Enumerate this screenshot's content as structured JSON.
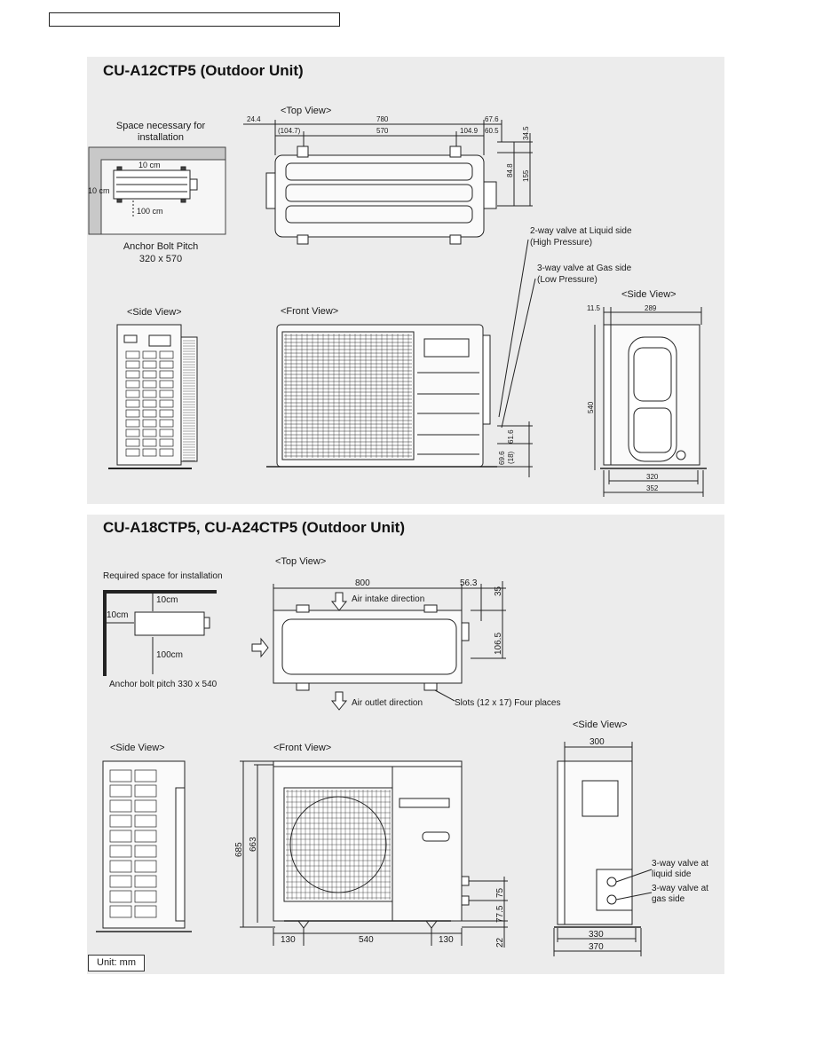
{
  "sections": {
    "top": {
      "title": "CU-A12CTP5 (Outdoor Unit)",
      "install": {
        "caption": "Space necessary for installation",
        "caption_line1": "Space necessary for",
        "caption_line2": "installation",
        "clear_top": "10 cm",
        "clear_left": "10 cm",
        "clear_bottom": "100 cm",
        "anchor_line1": "Anchor Bolt Pitch",
        "anchor_line2": "320 x 570"
      },
      "top_view": {
        "label": "<Top View>",
        "dims": [
          "24.4",
          "780",
          "67.6",
          "(104.7)",
          "570",
          "104.9",
          "60.5",
          "34.5",
          "84.8",
          "155"
        ],
        "callout_liquid_1": "2-way valve at Liquid side",
        "callout_liquid_2": "(High Pressure)",
        "callout_gas_1": "3-way valve at Gas side",
        "callout_gas_2": "(Low Pressure)"
      },
      "left_side_view": {
        "label": "<Side View>"
      },
      "front_view": {
        "label": "<Front View>",
        "dims": [
          "61.6",
          "(18)",
          "69.6"
        ]
      },
      "right_side_view": {
        "label": "<Side View>",
        "dims": [
          "11.5",
          "289",
          "540",
          "320",
          "352"
        ]
      }
    },
    "bottom": {
      "title": "CU-A18CTP5, CU-A24CTP5 (Outdoor Unit)",
      "install": {
        "caption": "Required space for installation",
        "clear_top": "10cm",
        "clear_left": "10cm",
        "clear_bottom": "100cm",
        "anchor": "Anchor bolt pitch 330 x 540"
      },
      "top_view": {
        "label": "<Top View>",
        "dims": [
          "800",
          "56.3",
          "35",
          "106.5"
        ],
        "air_intake": "Air intake direction",
        "air_outlet": "Air outlet direction",
        "slots": "Slots (12 x 17) Four places"
      },
      "left_side_view": {
        "label": "<Side View>"
      },
      "front_view": {
        "label": "<Front View>",
        "dims": [
          "685",
          "663",
          "130",
          "540",
          "130",
          "75",
          "77.5",
          "22"
        ]
      },
      "right_side_view": {
        "label": "<Side View>",
        "dims": [
          "300",
          "330",
          "370"
        ],
        "valve_liquid_1": "3-way valve at",
        "valve_liquid_2": "liquid side",
        "valve_gas_1": "3-way valve at",
        "valve_gas_2": "gas side"
      }
    }
  },
  "unit_label": "Unit: mm"
}
